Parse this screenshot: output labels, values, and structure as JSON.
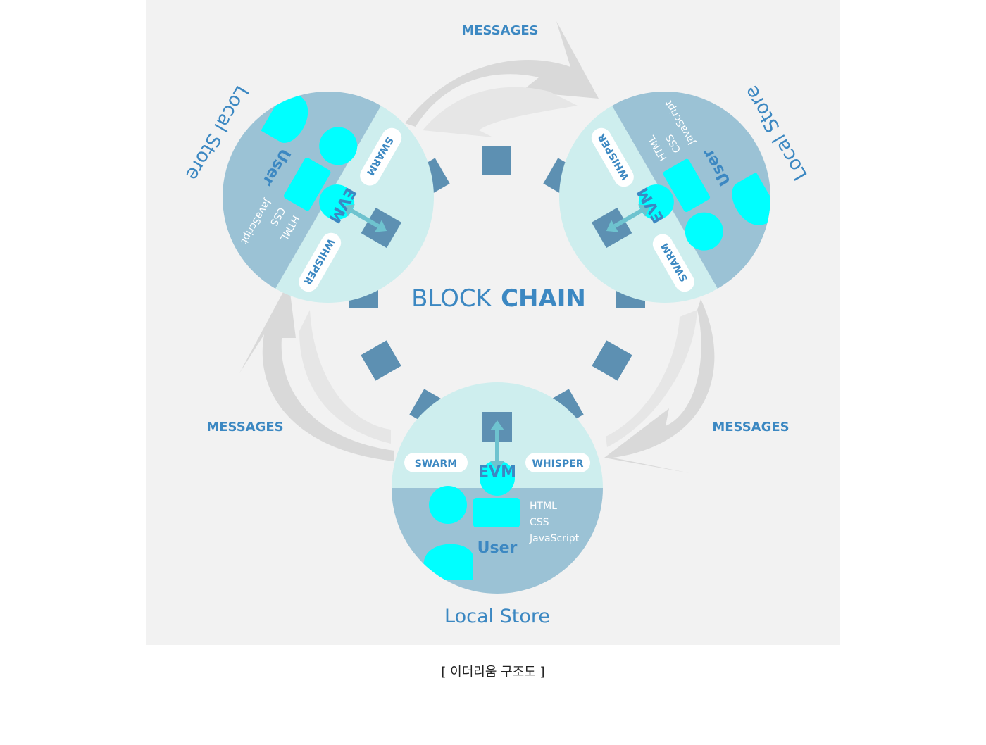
{
  "colors": {
    "panel": "#f2f2f2",
    "arrow": "#d9d9d9",
    "circle_top": "#ceeeee",
    "circle_bottom": "#9bc2d5",
    "block": "#5d90b2",
    "label_blue": "#3c88c2",
    "user_cyan": "#00ffff",
    "pill": "#ffffff"
  },
  "center": {
    "block": "BLOCK",
    "chain": "CHAIN"
  },
  "messages": [
    "MESSAGES",
    "MESSAGES",
    "MESSAGES"
  ],
  "node": {
    "evm": "EVM",
    "swarm": "SWARM",
    "whisper": "WHISPER",
    "user": "User",
    "langs": [
      "HTML",
      "CSS",
      "JavaScript"
    ],
    "store": "Local Store"
  },
  "caption": "[ 이더리움 구조도 ]"
}
